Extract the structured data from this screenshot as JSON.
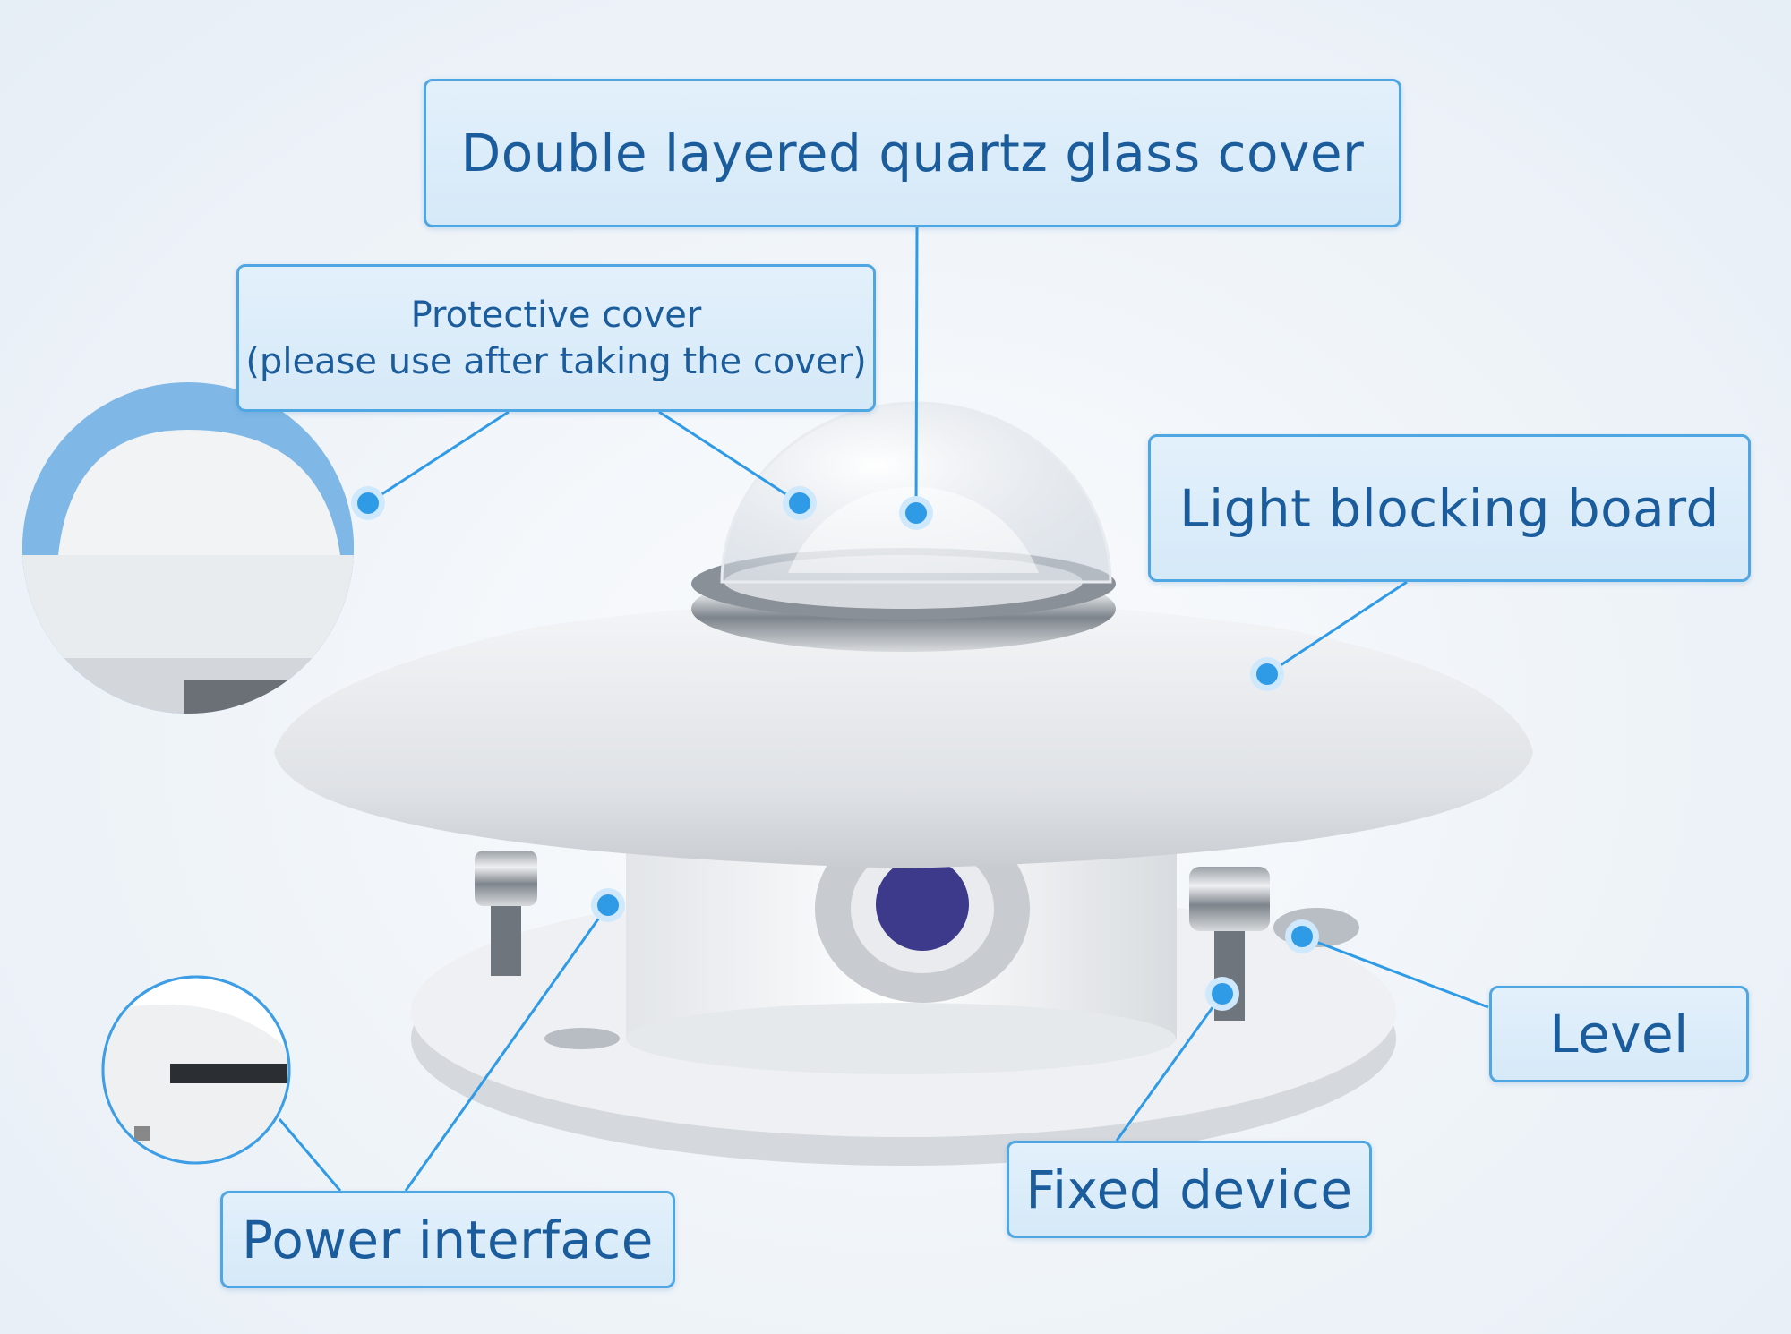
{
  "labels": {
    "quartz": "Double layered quartz glass cover",
    "protective_line1": "Protective cover",
    "protective_line2": "(please use after taking the cover)",
    "light_blocking": "Light blocking board",
    "level": "Level",
    "fixed_device": "Fixed device",
    "power_interface": "Power interface"
  },
  "colors": {
    "accent": "#2f9be6",
    "text": "#1b5c9c",
    "box_fill": "#d9ebf9",
    "box_border": "#4ea6e2"
  }
}
